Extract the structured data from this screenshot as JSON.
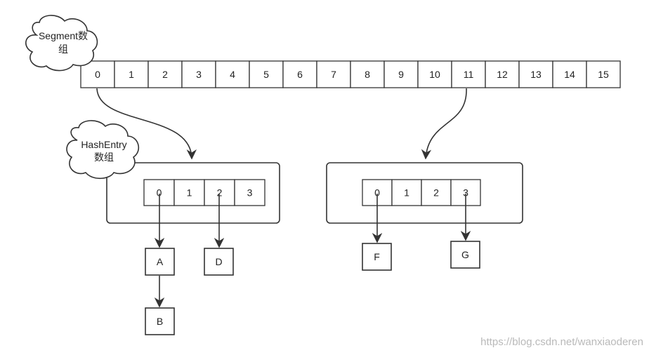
{
  "segment_label": [
    "Segment数",
    "组"
  ],
  "hashentry_label": [
    "HashEntry",
    "数组"
  ],
  "segment_cells": [
    "0",
    "1",
    "2",
    "3",
    "4",
    "5",
    "6",
    "7",
    "8",
    "9",
    "10",
    "11",
    "12",
    "13",
    "14",
    "15"
  ],
  "left_table_cells": [
    "0",
    "1",
    "2",
    "3"
  ],
  "right_table_cells": [
    "0",
    "1",
    "2",
    "3"
  ],
  "nodes": {
    "A": "A",
    "B": "B",
    "D": "D",
    "F": "F",
    "G": "G"
  },
  "watermark": "https://blog.csdn.net/wanxiaoderen"
}
